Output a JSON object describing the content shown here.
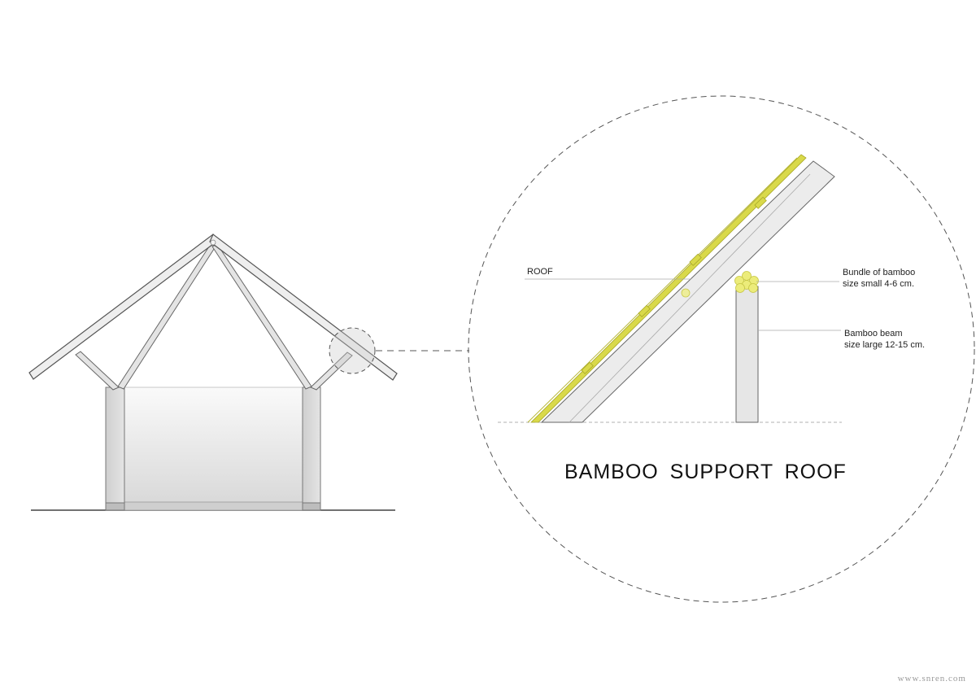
{
  "title": "BAMBOO  SUPPORT  ROOF",
  "labels": {
    "roof": "ROOF",
    "bundle_line1": "Bundle of bamboo",
    "bundle_line2": "size small  4-6 cm.",
    "beam_line1": "Bamboo beam",
    "beam_line2": "size large 12-15 cm."
  },
  "watermark": "www.snren.com",
  "colors": {
    "line": "#555555",
    "member_fill": "#e6e6e6",
    "bamboo": "#d9d94a",
    "bamboo_dark": "#a8a828"
  }
}
